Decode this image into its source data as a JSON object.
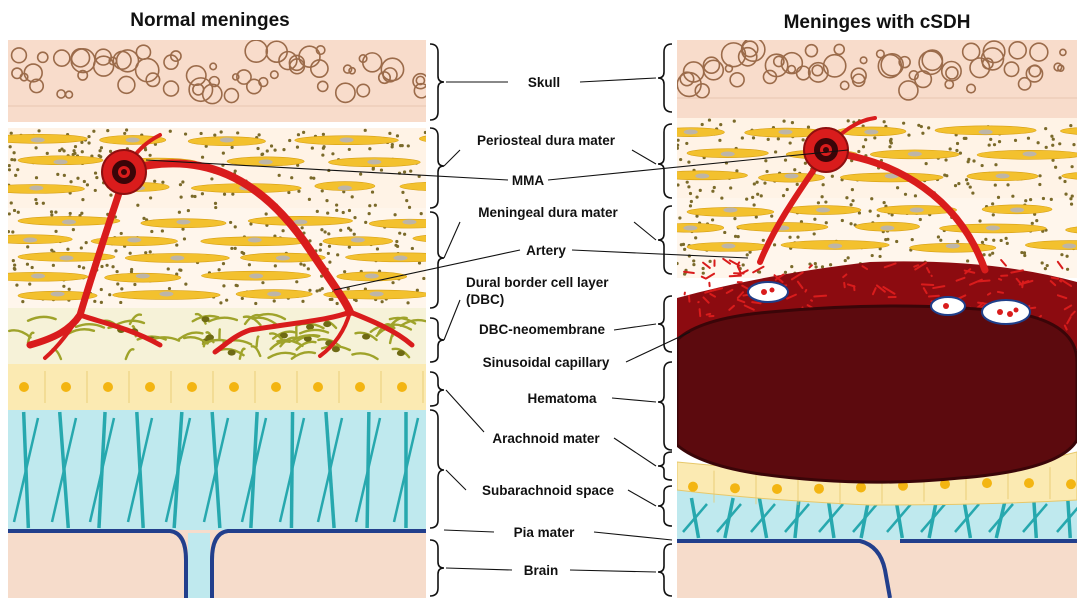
{
  "titles": {
    "left": "Normal meninges",
    "right": "Meninges with cSDH"
  },
  "labels": {
    "skull": "Skull",
    "periosteal": "Periosteal dura mater",
    "mma": "MMA",
    "meningeal": "Meningeal dura mater",
    "artery": "Artery",
    "dbc_line1": "Dural border cell layer",
    "dbc_line2": "(DBC)",
    "neomembrane": "DBC-neomembrane",
    "sinusoidal": "Sinusoidal capillary",
    "hematoma": "Hematoma",
    "arachnoid": "Arachnoid mater",
    "subarachnoid": "Subarachnoid space",
    "pia": "Pia mater",
    "brain": "Brain"
  },
  "colors": {
    "skull": "#f8dccb",
    "bone_ring": "#9b6b4a",
    "dura_bg": "#fff3e6",
    "fibroblast": "#f3c12e",
    "fibroblast_nucleus": "#bdb5a8",
    "dots": "#7a6a2a",
    "vessel": "#d91c1c",
    "dbc": "#9fa32a",
    "arachnoid": "#fbeab2",
    "arachnoid_nucleus": "#f3b512",
    "csf": "#bfe9ee",
    "trabecula": "#27a8ae",
    "pia": "#223f8c",
    "brain": "#f6dccb",
    "hematoma": "#5c0a0e",
    "hematoma_rim": "#3a0508"
  }
}
